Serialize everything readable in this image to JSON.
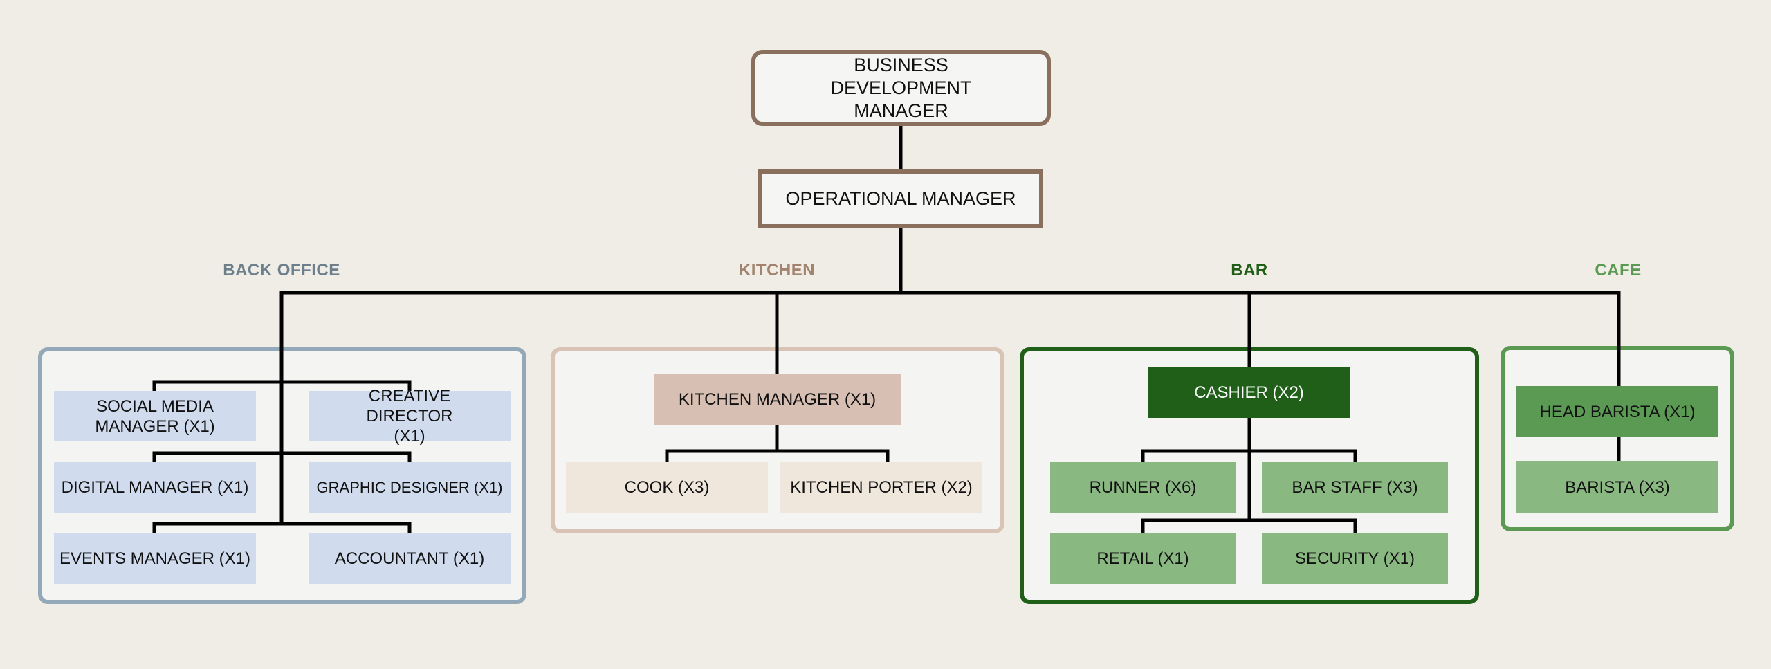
{
  "top": {
    "business_dev_manager": "BUSINESS DEVELOPMENT MANAGER",
    "operational_manager": "OPERATIONAL MANAGER"
  },
  "departments": {
    "back_office": {
      "label": "BACK OFFICE",
      "color": "#6e7f8c",
      "roles": [
        "SOCIAL MEDIA MANAGER (X1)",
        "CREATIVE DIRECTOR (X1)",
        "DIGITAL MANAGER (X1)",
        "GRAPHIC DESIGNER (X1)",
        "EVENTS MANAGER (X1)",
        "ACCOUNTANT (X1)"
      ]
    },
    "kitchen": {
      "label": "KITCHEN",
      "color": "#a3826e",
      "manager": "KITCHEN MANAGER (X1)",
      "roles": [
        "COOK (X3)",
        "KITCHEN PORTER (X2)"
      ]
    },
    "bar": {
      "label": "BAR",
      "color": "#1f5f18",
      "lead": "CASHIER (X2)",
      "roles": [
        "RUNNER (X6)",
        "BAR STAFF (X3)",
        "RETAIL (X1)",
        "SECURITY (X1)"
      ]
    },
    "cafe": {
      "label": "CAFE",
      "color": "#5a9a52",
      "lead": "HEAD BARISTA (X1)",
      "roles": [
        "BARISTA (X3)"
      ]
    }
  }
}
